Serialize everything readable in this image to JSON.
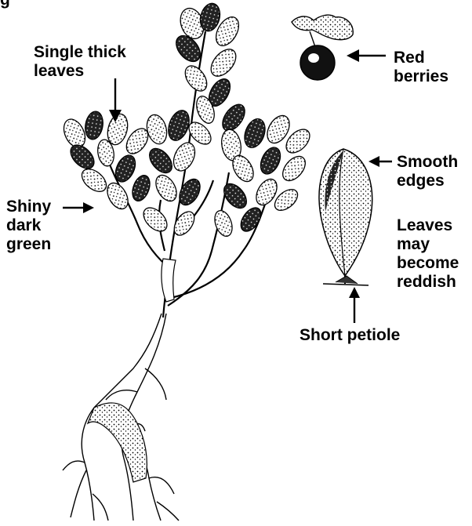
{
  "diagram": {
    "top_fragment": "g",
    "labels": {
      "single_thick_leaves": [
        "Single thick",
        "leaves"
      ],
      "shiny_dark_green": [
        "Shiny",
        "dark",
        "green"
      ],
      "red_berries": [
        "Red",
        "berries"
      ],
      "smooth_edges": [
        "Smooth",
        "edges"
      ],
      "leaves_reddish": [
        "Leaves",
        "may",
        "become",
        "reddish"
      ],
      "short_petiole": "Short petiole"
    },
    "colors": {
      "ink": "#000000",
      "background": "#ffffff"
    }
  }
}
